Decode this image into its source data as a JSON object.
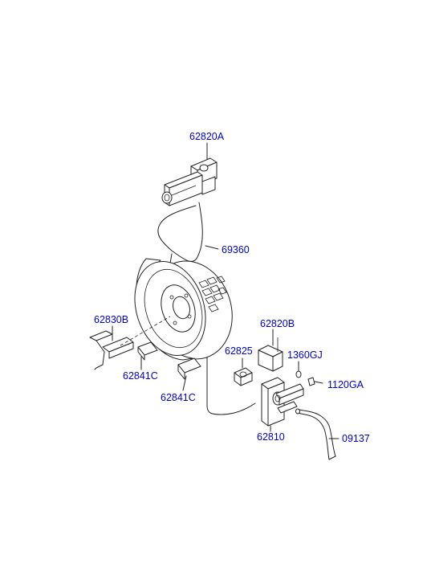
{
  "colors": {
    "label": "#0000cc",
    "line": "#222222",
    "background": "#ffffff"
  },
  "labels": {
    "p62820A": "62820A",
    "p69360": "69360",
    "p62830B": "62830B",
    "p62841C_1": "62841C",
    "p62841C_2": "62841C",
    "p62820B": "62820B",
    "p62825": "62825",
    "p1360GJ": "1360GJ",
    "p1120GA": "1120GA",
    "p62810": "62810",
    "p09137": "09137"
  }
}
